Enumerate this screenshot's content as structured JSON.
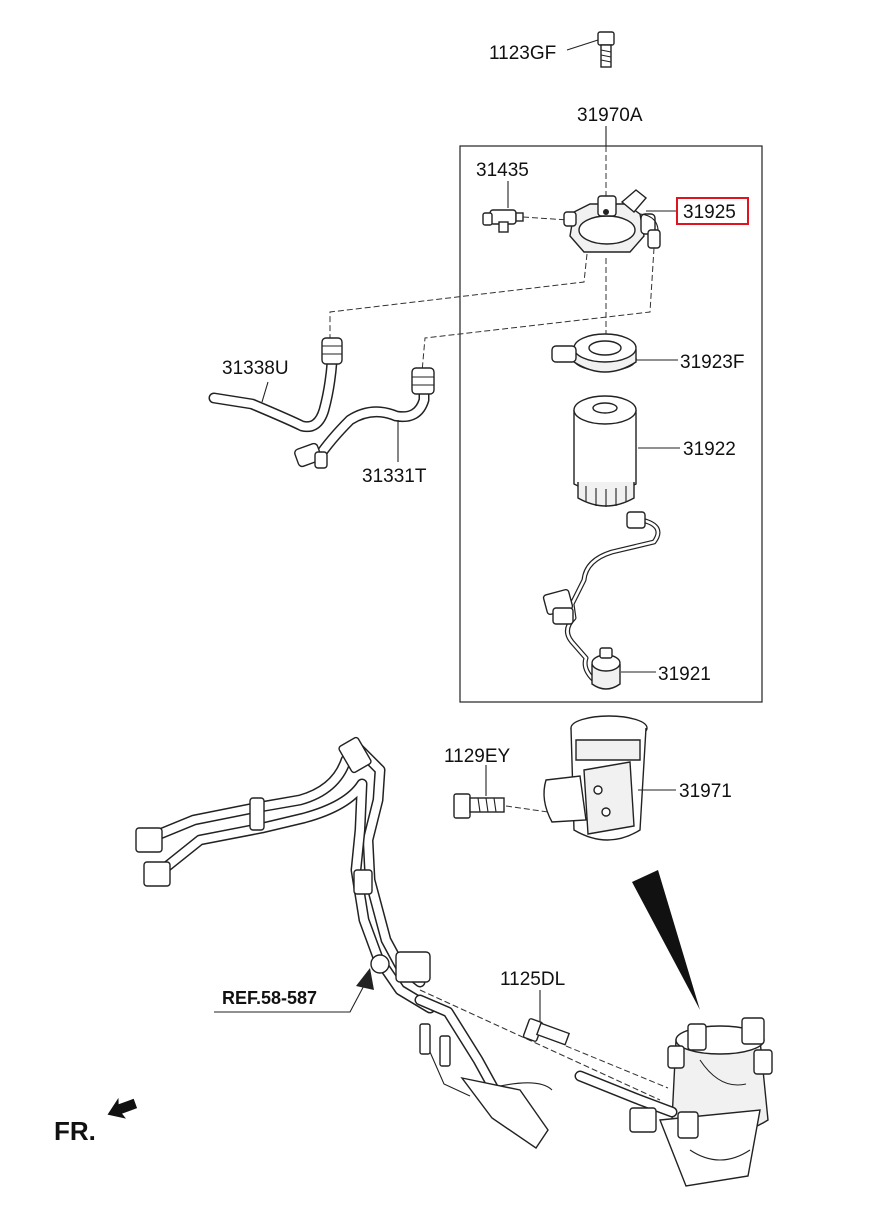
{
  "labels": {
    "p1123GF": "1123GF",
    "p31970A": "31970A",
    "p31435": "31435",
    "p31925": "31925",
    "p31338U": "31338U",
    "p31923F": "31923F",
    "p31922": "31922",
    "p31331T": "31331T",
    "p31921": "31921",
    "p1129EY": "1129EY",
    "p31971": "31971",
    "p1125DL": "1125DL",
    "ref": "REF.58-587",
    "fr": "FR."
  },
  "highlight": {
    "part": "31925",
    "color": "#e0141e"
  }
}
